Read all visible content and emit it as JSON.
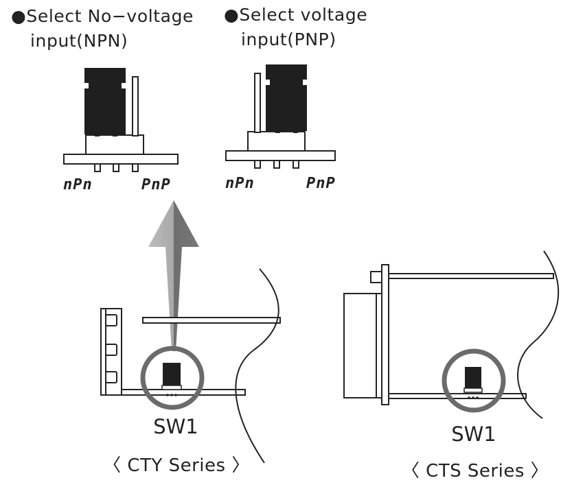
{
  "npn_panel": {
    "title_line1": "●Select No−voltage",
    "title_line2": "input(NPN)",
    "label_left": "nPn",
    "label_right": "PnP"
  },
  "pnp_panel": {
    "title_line1": "●Select voltage",
    "title_line2": "input(PNP)",
    "label_left": "nPn",
    "label_right": "PnP"
  },
  "cty": {
    "switch_label": "SW1",
    "series_label": "〈 CTY Series 〉"
  },
  "cts": {
    "switch_label": "SW1",
    "series_label": "〈 CTS Series 〉"
  },
  "colors": {
    "outline": "#222222",
    "jumper": "#1f1f1f",
    "ring": "#6b6b6b",
    "arrow_light": "#b3b3b3",
    "arrow_dark": "#6e6e6e"
  }
}
